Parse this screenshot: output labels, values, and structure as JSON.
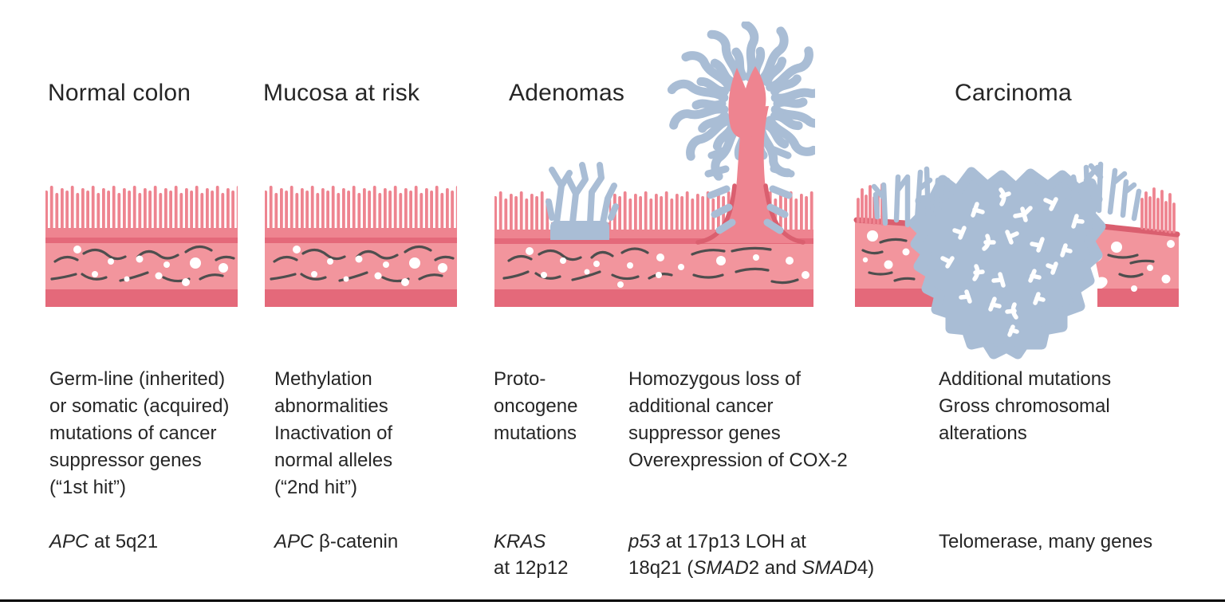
{
  "figure": {
    "headers": [
      {
        "label": "Normal colon"
      },
      {
        "label": "Mucosa at risk"
      },
      {
        "label": "Adenomas"
      },
      {
        "label": "Carcinoma"
      }
    ],
    "mutation_notes": [
      {
        "text": "Germ-line (inherited)\nor somatic (acquired)\nmutations of cancer\nsuppressor genes\n(“1st hit”)"
      },
      {
        "text": "Methylation\nabnormalities\nInactivation of\nnormal alleles\n(“2nd hit”)"
      },
      {
        "text": "Proto-\noncogene\nmutations"
      },
      {
        "text": "Homozygous loss of\nadditional cancer\nsuppressor genes\nOverexpression of COX-2"
      },
      {
        "text": "Additional mutations\nGross chromosomal\nalterations"
      }
    ],
    "gene_notes": [
      {
        "segments": [
          {
            "t": "APC",
            "i": true
          },
          {
            "t": " at 5q21",
            "i": false
          }
        ]
      },
      {
        "segments": [
          {
            "t": "APC",
            "i": true
          },
          {
            "t": " β-catenin",
            "i": false
          }
        ]
      },
      {
        "segments": [
          {
            "t": "KRAS",
            "i": true
          },
          {
            "t": "\nat 12p12",
            "i": false
          }
        ]
      },
      {
        "segments": [
          {
            "t": "p53",
            "i": true
          },
          {
            "t": " at 17p13 LOH at\n18q21 (",
            "i": false
          },
          {
            "t": "SMAD",
            "i": true
          },
          {
            "t": "2 and ",
            "i": false
          },
          {
            "t": "SMAD",
            "i": true
          },
          {
            "t": "4)",
            "i": false
          }
        ]
      },
      {
        "segments": [
          {
            "t": "Telomerase, many genes",
            "i": false
          }
        ]
      }
    ],
    "illustrations": [
      {
        "name": "normal-colon-tissue-illustration"
      },
      {
        "name": "mucosa-at-risk-tissue-illustration"
      },
      {
        "name": "adenomas-tissue-illustration"
      },
      {
        "name": "carcinoma-tissue-illustration"
      }
    ]
  },
  "colors": {
    "villi_pink": "#ee8490",
    "tissue_pink": "#f2959d",
    "tissue_dark_pink": "#e4697a",
    "edge_dark_pink": "#da5f6f",
    "adenoma_blue": "#a9bdd5",
    "squiggle_gray": "#4e4e4e",
    "text": "#262626",
    "bottom_rule": "#000000",
    "background": "#ffffff"
  }
}
